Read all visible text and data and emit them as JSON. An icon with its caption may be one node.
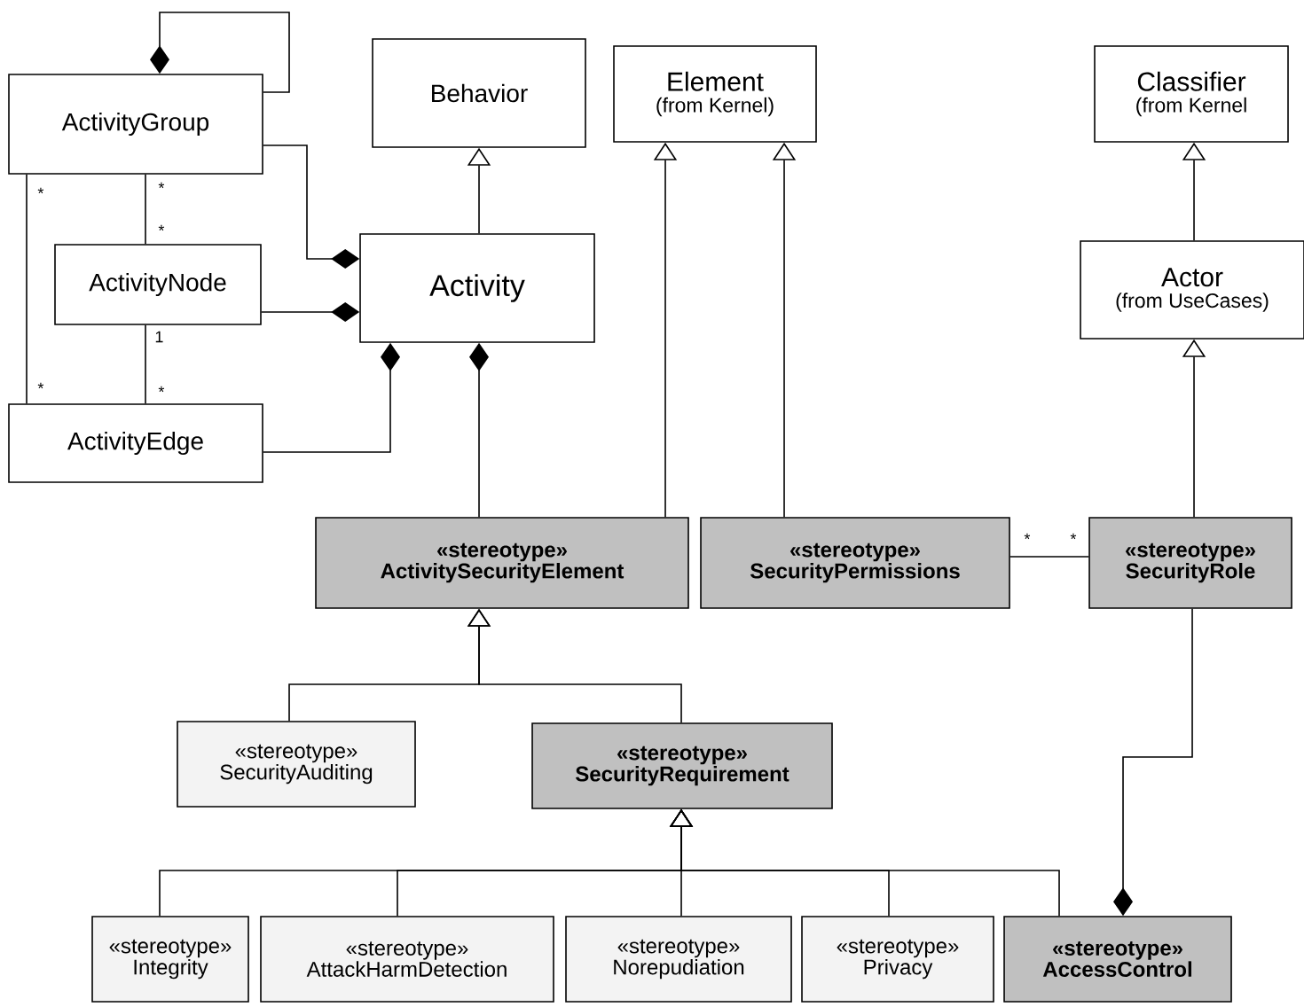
{
  "diagram": {
    "nodes": [
      {
        "text": [
          "ActivityGroup"
        ]
      },
      {
        "text": [
          "Behavior"
        ]
      },
      {
        "text": [
          "Element",
          "(from Kernel)"
        ]
      },
      {
        "text": [
          "Classifier",
          "(from Kernel"
        ]
      },
      {
        "text": [
          "ActivityNode"
        ]
      },
      {
        "text": [
          "Activity"
        ]
      },
      {
        "text": [
          "Actor",
          "(from UseCases)"
        ]
      },
      {
        "text": [
          "ActivityEdge"
        ]
      },
      {
        "text": [
          "«stereotype»",
          "ActivitySecurityElement"
        ]
      },
      {
        "text": [
          "«stereotype»",
          "SecurityPermissions"
        ]
      },
      {
        "text": [
          "«stereotype»",
          "SecurityRole"
        ]
      },
      {
        "text": [
          "«stereotype»",
          "SecurityAuditing"
        ]
      },
      {
        "text": [
          "«stereotype»",
          "SecurityRequirement"
        ]
      },
      {
        "text": [
          "«stereotype»",
          "Integrity"
        ]
      },
      {
        "text": [
          "«stereotype»",
          "AttackHarmDetection"
        ]
      },
      {
        "text": [
          "«stereotype»",
          "Norepudiation"
        ]
      },
      {
        "text": [
          "«stereotype»",
          "Privacy"
        ]
      },
      {
        "text": [
          "«stereotype»",
          "AccessControl"
        ]
      }
    ],
    "edges": [
      {
        "from": 0,
        "to": 0,
        "arrow": "other"
      },
      {
        "from": 0,
        "to": 5,
        "arrow": "other"
      },
      {
        "from": 4,
        "to": 5,
        "arrow": "other"
      },
      {
        "from": 7,
        "to": 5,
        "arrow": "other"
      },
      {
        "from": 8,
        "to": 5,
        "arrow": "other"
      },
      {
        "from": 0,
        "to": 4,
        "arrow": "none"
      },
      {
        "from": 0,
        "to": 7,
        "arrow": "none"
      },
      {
        "from": 4,
        "to": 7,
        "arrow": "none"
      },
      {
        "from": 5,
        "to": 1,
        "arrow": "to"
      },
      {
        "from": 8,
        "to": 2,
        "arrow": "to"
      },
      {
        "from": 9,
        "to": 2,
        "arrow": "to"
      },
      {
        "from": 9,
        "to": 10,
        "arrow": "none"
      },
      {
        "from": 10,
        "to": 6,
        "arrow": "to"
      },
      {
        "from": 6,
        "to": 3,
        "arrow": "to"
      },
      {
        "from": 11,
        "to": 8,
        "arrow": "to"
      },
      {
        "from": 12,
        "to": 8,
        "arrow": "to"
      },
      {
        "from": 13,
        "to": 12,
        "arrow": "to"
      },
      {
        "from": 14,
        "to": 12,
        "arrow": "to"
      },
      {
        "from": 15,
        "to": 12,
        "arrow": "to"
      },
      {
        "from": 16,
        "to": 12,
        "arrow": "to"
      },
      {
        "from": 17,
        "to": 12,
        "arrow": "to"
      },
      {
        "from": 10,
        "to": 17,
        "arrow": "other"
      }
    ],
    "labels": [
      "*",
      "*",
      "*",
      "1",
      "*",
      "*",
      "*",
      "*"
    ]
  }
}
